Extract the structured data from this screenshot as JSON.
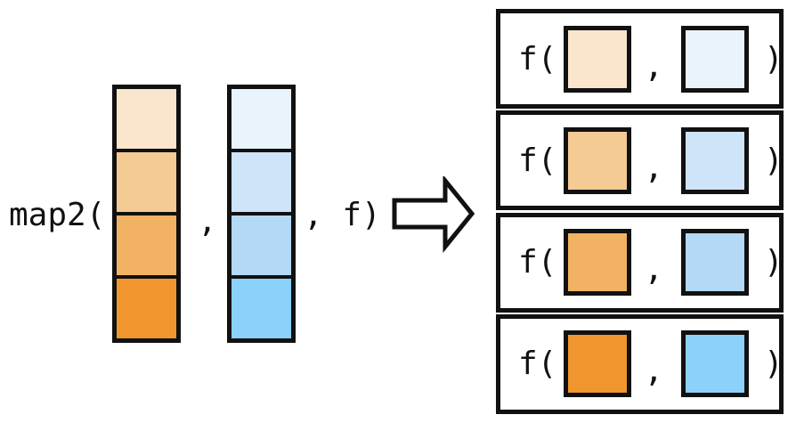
{
  "diagram": {
    "background": "#ffffff",
    "ink": "#111111",
    "left_expression": {
      "function_label": "map2(",
      "separator_comma": ",",
      "suffix": ", f)"
    },
    "vectors": {
      "a": {
        "label": "input-vector-a",
        "cells": [
          "#FAE5CD",
          "#F5CB94",
          "#F2B263",
          "#F0962D"
        ]
      },
      "b": {
        "label": "input-vector-b",
        "cells": [
          "#E9F3FB",
          "#CEE4F8",
          "#B4D9F5",
          "#8BD1F9"
        ]
      }
    },
    "result": {
      "rows": [
        {
          "open": "f(",
          "comma": ",",
          "close": ")",
          "a_color": "#FAE5CD",
          "b_color": "#E9F3FB"
        },
        {
          "open": "f(",
          "comma": ",",
          "close": ")",
          "a_color": "#F5CB94",
          "b_color": "#CEE4F8"
        },
        {
          "open": "f(",
          "comma": ",",
          "close": ")",
          "a_color": "#F2B263",
          "b_color": "#B4D9F5"
        },
        {
          "open": "f(",
          "comma": ",",
          "close": ")",
          "a_color": "#F0962D",
          "b_color": "#8BD1F9"
        }
      ]
    }
  }
}
